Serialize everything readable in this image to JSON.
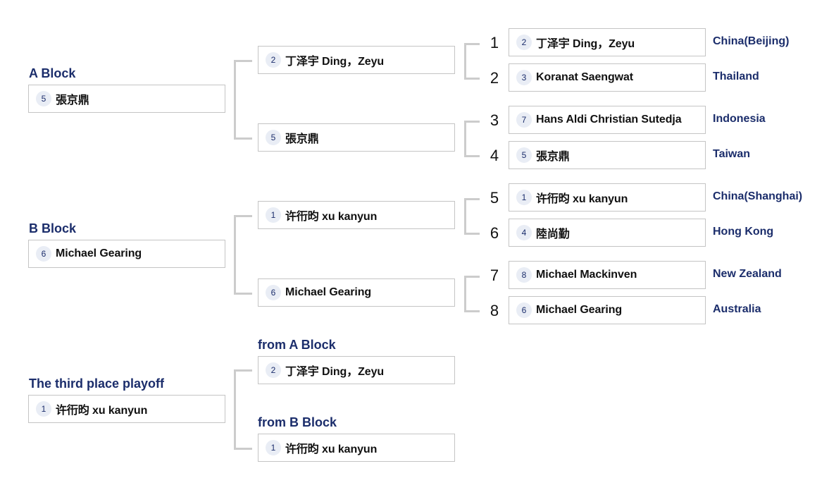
{
  "blocks": {
    "a": {
      "heading": "A Block",
      "winner": {
        "seed": "5",
        "name": "張京鼎"
      },
      "semis": [
        {
          "seed": "2",
          "name": "丁泽宇 Ding，Zeyu"
        },
        {
          "seed": "5",
          "name": "張京鼎"
        }
      ]
    },
    "b": {
      "heading": "B Block",
      "winner": {
        "seed": "6",
        "name": "Michael Gearing"
      },
      "semis": [
        {
          "seed": "1",
          "name": "许衎昀 xu kanyun"
        },
        {
          "seed": "6",
          "name": "Michael Gearing"
        }
      ]
    },
    "third": {
      "heading": "The third place playoff",
      "winner": {
        "seed": "1",
        "name": "许衎昀 xu kanyun"
      },
      "from_a_label": "from A Block",
      "from_b_label": "from B Block",
      "semis": [
        {
          "seed": "2",
          "name": "丁泽宇 Ding，Zeyu"
        },
        {
          "seed": "1",
          "name": "许衎昀 xu kanyun"
        }
      ]
    }
  },
  "entrants": [
    {
      "rank": "1",
      "seed": "2",
      "name": "丁泽宇 Ding，Zeyu",
      "country": "China(Beijing)"
    },
    {
      "rank": "2",
      "seed": "3",
      "name": "Koranat Saengwat",
      "country": "Thailand"
    },
    {
      "rank": "3",
      "seed": "7",
      "name": "Hans Aldi Christian Sutedja",
      "country": "Indonesia"
    },
    {
      "rank": "4",
      "seed": "5",
      "name": "張京鼎",
      "country": "Taiwan"
    },
    {
      "rank": "5",
      "seed": "1",
      "name": "许衎昀 xu kanyun",
      "country": "China(Shanghai)"
    },
    {
      "rank": "6",
      "seed": "4",
      "name": "陸尚勤",
      "country": "Hong Kong"
    },
    {
      "rank": "7",
      "seed": "8",
      "name": "Michael Mackinven",
      "country": "New Zealand"
    },
    {
      "rank": "8",
      "seed": "6",
      "name": "Michael Gearing",
      "country": "Australia"
    }
  ],
  "colors": {
    "heading": "#1b2d6b",
    "connector": "#cccccc",
    "seed_bg": "#e9edf5",
    "border": "#c4c4c4"
  }
}
